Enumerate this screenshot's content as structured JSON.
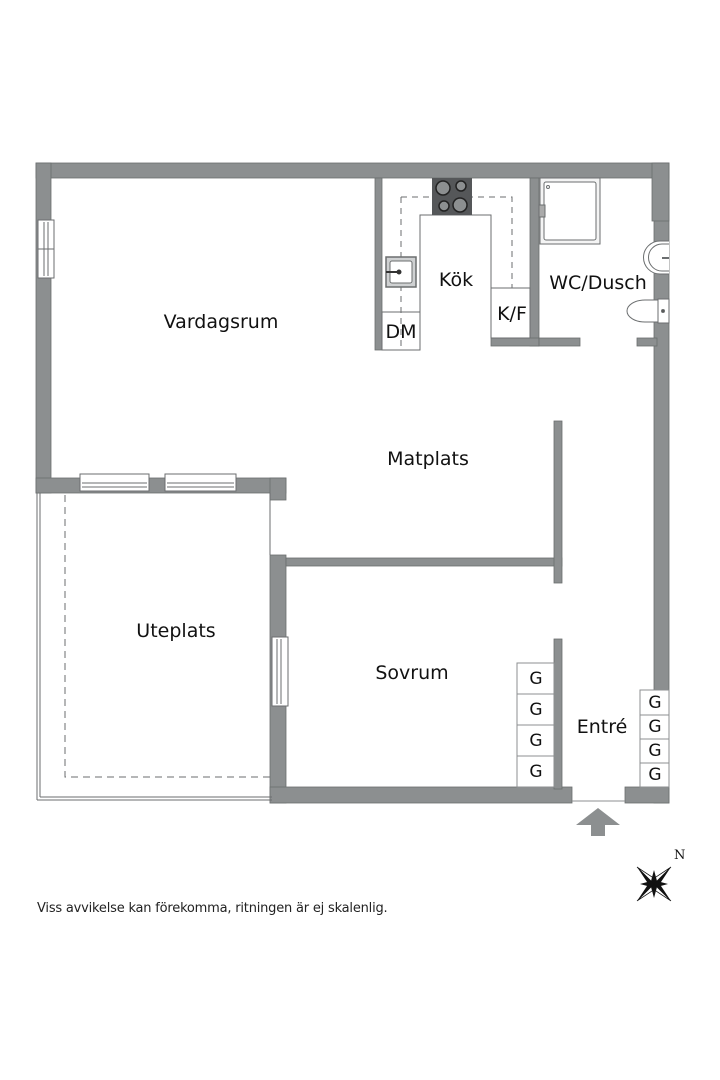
{
  "colors": {
    "wall": "#8c8f90",
    "wall_stroke": "#6b6e6f",
    "background": "#ffffff",
    "stove": "#555759",
    "text": "#111111"
  },
  "rooms": {
    "living_room": "Vardagsrum",
    "kitchen": "Kök",
    "bathroom": "WC/Dusch",
    "dining": "Matplats",
    "patio": "Uteplats",
    "bedroom": "Sovrum",
    "entrance": "Entré"
  },
  "fixtures": {
    "dishwasher": "DM",
    "fridge_freezer": "K/F",
    "wardrobe": "G"
  },
  "wardrobes": {
    "bedroom": [
      "G",
      "G",
      "G",
      "G"
    ],
    "entrance": [
      "G",
      "G",
      "G",
      "G"
    ]
  },
  "compass": {
    "north_label": "N"
  },
  "footer": {
    "disclaimer": "Viss avvikelse kan förekomma, ritningen är ej skalenlig."
  }
}
